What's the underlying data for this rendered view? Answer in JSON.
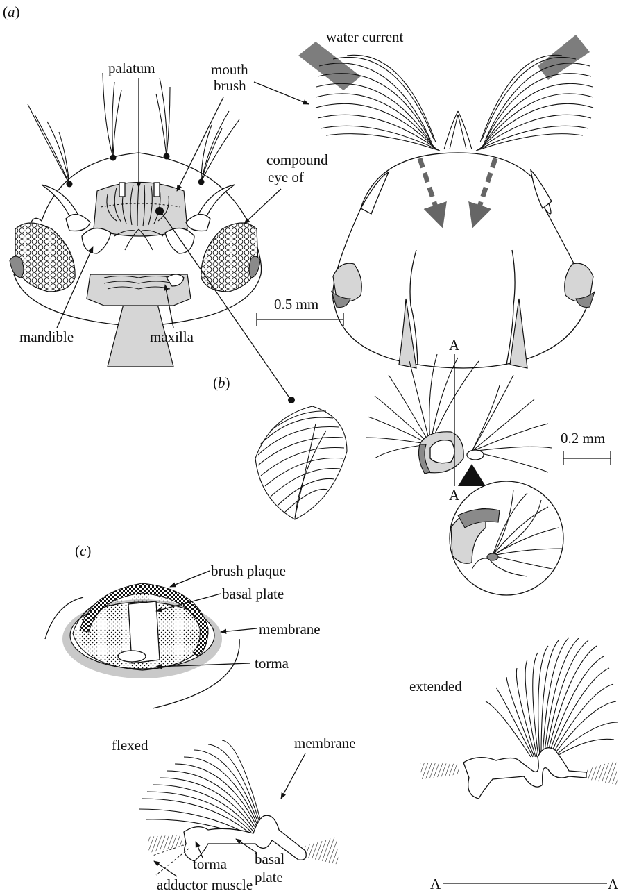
{
  "panels": {
    "a": {
      "open": "(",
      "letter": "a",
      "close": ")"
    },
    "b": {
      "open": "(",
      "letter": "b",
      "close": ")"
    },
    "c": {
      "open": "(",
      "letter": "c",
      "close": ")"
    }
  },
  "labels_a": {
    "water_current": "water current",
    "palatum": "palatum",
    "mouth_brush_1": "mouth",
    "mouth_brush_2": "brush",
    "compound_eye_1": "compound",
    "compound_eye_2": "eye of",
    "mandible": "mandible",
    "maxilla": "maxilla",
    "scale": "0.5 mm"
  },
  "labels_b": {
    "section_top": "A",
    "section_bottom": "A",
    "scale": "0.2 mm"
  },
  "labels_c": {
    "brush_plaque": "brush plaque",
    "basal_plate": "basal plate",
    "membrane": "membrane",
    "torma": "torma",
    "extended": "extended",
    "flexed": "flexed",
    "membrane_flexed": "membrane",
    "torma_flexed": "torma",
    "basal_1": "basal",
    "plate_1": "plate",
    "adductor_muscle": "adductor muscle",
    "axis_left": "A",
    "axis_right": "A"
  },
  "colors": {
    "light_gray": "#d6d6d6",
    "mid_gray": "#8a8a8a",
    "dark_gray": "#555555",
    "ink": "#111111"
  }
}
